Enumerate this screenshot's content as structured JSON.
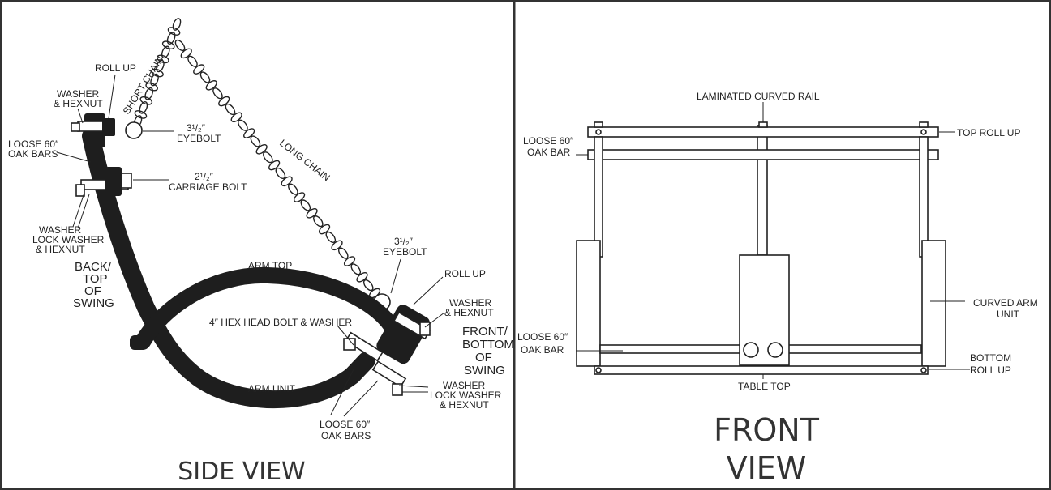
{
  "side_view": {
    "title": "SIDE VIEW",
    "labels": {
      "roll_up_top": "ROLL UP",
      "washer_hexnut_top_1": "WASHER",
      "washer_hexnut_top_2": "& HEXNUT",
      "short_chain": "SHORT CHAIN",
      "long_chain": "LONG CHAIN",
      "eyebolt_top_1": "3¹/₂″",
      "eyebolt_top_2": "EYEBOLT",
      "loose_bars_top_1": "LOOSE 60″",
      "loose_bars_top_2": "OAK BARS",
      "carriage_bolt_1": "2¹/₂″",
      "carriage_bolt_2": "CARRIAGE BOLT",
      "washer_lock_left_1": "WASHER",
      "washer_lock_left_2": "LOCK WASHER",
      "washer_lock_left_3": "& HEXNUT",
      "back_top_1": "BACK/",
      "back_top_2": "TOP",
      "back_top_3": "OF",
      "back_top_4": "SWING",
      "arm_top": "ARM TOP",
      "eyebolt_right_1": "3¹/₂″",
      "eyebolt_right_2": "EYEBOLT",
      "roll_up_right": "ROLL UP",
      "washer_hexnut_right_1": "WASHER",
      "washer_hexnut_right_2": "& HEXNUT",
      "hex_head_bolt": "4″ HEX HEAD BOLT & WASHER",
      "front_bottom_1": "FRONT/",
      "front_bottom_2": "BOTTOM",
      "front_bottom_3": "OF",
      "front_bottom_4": "SWING",
      "arm_unit": "ARM UNIT",
      "washer_lock_right_1": "WASHER",
      "washer_lock_right_2": "LOCK WASHER",
      "washer_lock_right_3": "& HEXNUT",
      "loose_bars_bottom_1": "LOOSE 60″",
      "loose_bars_bottom_2": "OAK BARS"
    }
  },
  "front_view": {
    "title_1": "FRONT",
    "title_2": "VIEW",
    "labels": {
      "laminated_rail": "LAMINATED CURVED RAIL",
      "top_roll_up": "TOP ROLL UP",
      "loose_bar_top_1": "LOOSE 60″",
      "loose_bar_top_2": "OAK BAR",
      "curved_arm_1": "CURVED ARM",
      "curved_arm_2": "UNIT",
      "loose_bar_bottom_1": "LOOSE 60″",
      "loose_bar_bottom_2": "OAK BAR",
      "bottom_roll_up_1": "BOTTOM",
      "bottom_roll_up_2": "ROLL UP",
      "table_top": "TABLE TOP"
    }
  },
  "colors": {
    "ink": "#1e1e1e",
    "frame": "#333333",
    "paper": "#ffffff"
  }
}
